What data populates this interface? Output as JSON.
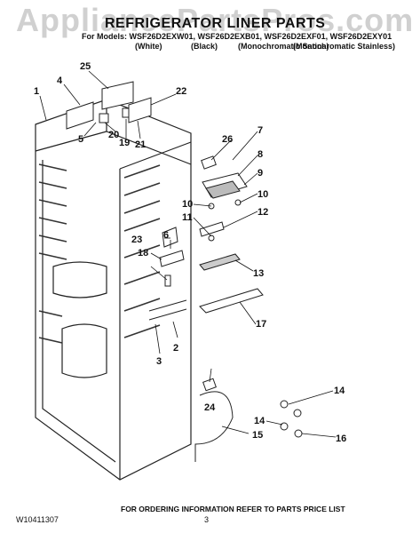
{
  "header": {
    "title": "REFRIGERATOR LINER PARTS",
    "models_line": "For Models: WSF26D2EXW01, WSF26D2EXB01, WSF26D2EXF01, WSF26D2EXY01",
    "variants": [
      "(White)",
      "(Black)",
      "(Monochromatic Satina)",
      "(Monochromatic Stainless)"
    ]
  },
  "watermark": "AppliancePartsPros.com",
  "callouts": [
    "1",
    "2",
    "3",
    "4",
    "5",
    "6",
    "7",
    "8",
    "9",
    "10",
    "10",
    "11",
    "12",
    "13",
    "14",
    "14",
    "15",
    "16",
    "17",
    "18",
    "19",
    "20",
    "21",
    "22",
    "23",
    "24",
    "25",
    "26"
  ],
  "footer": {
    "doc_id": "W10411307",
    "page": "3",
    "ordering_note": "FOR ORDERING INFORMATION REFER TO PARTS PRICE LIST"
  }
}
